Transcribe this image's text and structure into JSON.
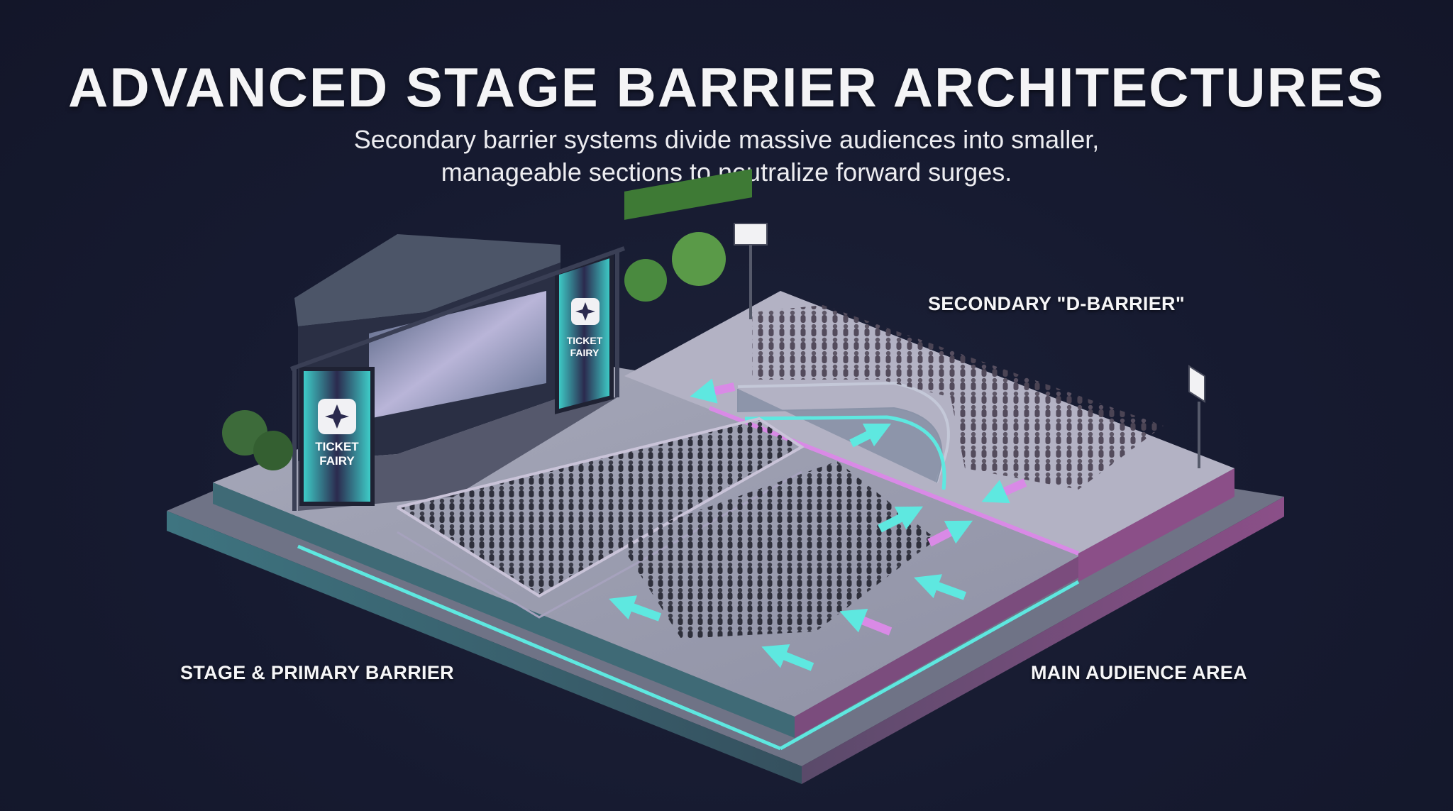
{
  "header": {
    "title": "ADVANCED STAGE BARRIER ARCHITECTURES",
    "subtitle_line1": "Secondary barrier systems divide massive audiences into smaller,",
    "subtitle_line2": "manageable sections to neutralize forward surges."
  },
  "labels": {
    "secondary_barrier": "SECONDARY \"D-BARRIER\"",
    "stage_primary": "STAGE & PRIMARY BARRIER",
    "main_audience": "MAIN AUDIENCE AREA"
  },
  "branding": {
    "screen_left_line1": "TICKET",
    "screen_left_line2": "FAIRY",
    "screen_right_line1": "TICKET",
    "screen_right_line2": "FAIRY"
  },
  "colors": {
    "background": "#161a30",
    "accent_teal": "#5ee8e0",
    "accent_pink": "#d98ae6",
    "platform": "#8f93a8",
    "platform_edge_teal": "#3f6f7a",
    "platform_edge_pink": "#8a4f86",
    "title_text": "#f4f4f6"
  },
  "icons": {
    "logo": "ticket-fairy-logo-icon",
    "floodlight": "floodlight-icon",
    "tree": "tree-icon",
    "flow_arrow": "arrow-icon"
  }
}
